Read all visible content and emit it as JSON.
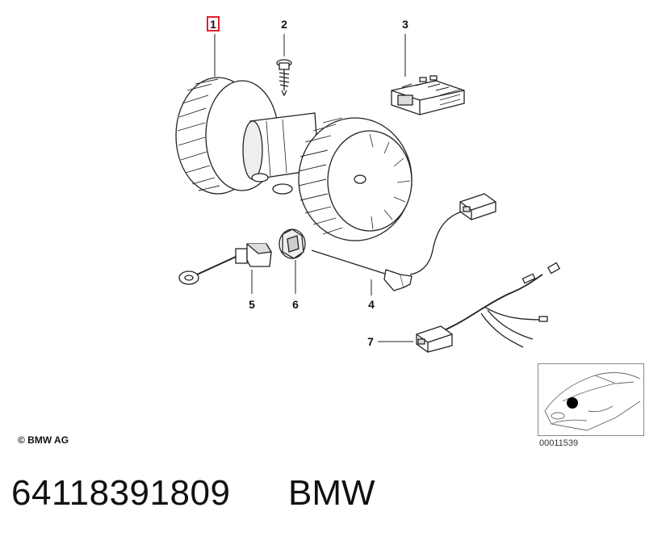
{
  "callouts": {
    "c1": "1",
    "c2": "2",
    "c3": "3",
    "c4": "4",
    "c5": "5",
    "c6": "6",
    "c7": "7"
  },
  "highlight_color": "#e0202a",
  "copyright": "© BMW AG",
  "thumbnail_id": "00011539",
  "part_number": "64118391809",
  "brand": "BMW"
}
